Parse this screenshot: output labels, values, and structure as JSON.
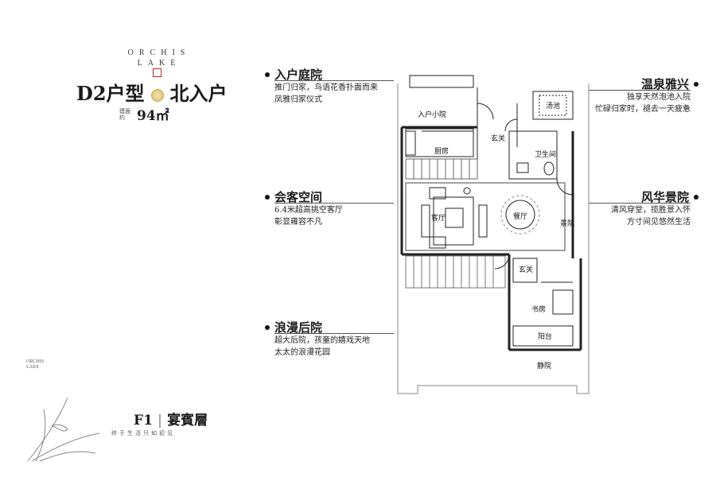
{
  "brand": {
    "line1": "ORCHIS",
    "line2": "LAKE"
  },
  "header": {
    "unit": "D2户型",
    "entry": "北入户",
    "area_label": "建面约",
    "area_value": "94㎡"
  },
  "features": {
    "entry_court": {
      "title": "入户庭院",
      "desc1": "推门归家，鸟语花香扑面而来",
      "desc2": "凤雅归家仪式"
    },
    "reception": {
      "title": "会客空间",
      "desc1": "6.4米超高挑空客厅",
      "desc2": "彰显雍容不凡"
    },
    "back_yard": {
      "title": "浪漫后院",
      "desc1": "超大后院，孩童的嬉戏天地",
      "desc2": "太太的浪漫花园"
    },
    "hot_spring": {
      "title": "温泉雅兴",
      "desc1": "独享天然泡池入院",
      "desc2": "忙碌归家时，褪去一天疲惫"
    },
    "garden_view": {
      "title": "风华景院",
      "desc1": "清风穿堂，揽胜景入怀",
      "desc2": "方寸间见悠然生活"
    }
  },
  "rooms": {
    "entry_yard": "入户小院",
    "spa": "汤池",
    "foyer": "玄关",
    "kitchen": "厨房",
    "bathroom": "卫生间",
    "living": "客厅",
    "dining": "餐厅",
    "view_court": "景院",
    "foyer2": "玄关",
    "study": "书房",
    "balcony": "阳台",
    "quiet_yard": "静院"
  },
  "floor": {
    "label": "F1",
    "name": "宴賓層"
  },
  "slogan": "终于生活只如初见",
  "vertical_brand": "ORCHIS LAKE"
}
